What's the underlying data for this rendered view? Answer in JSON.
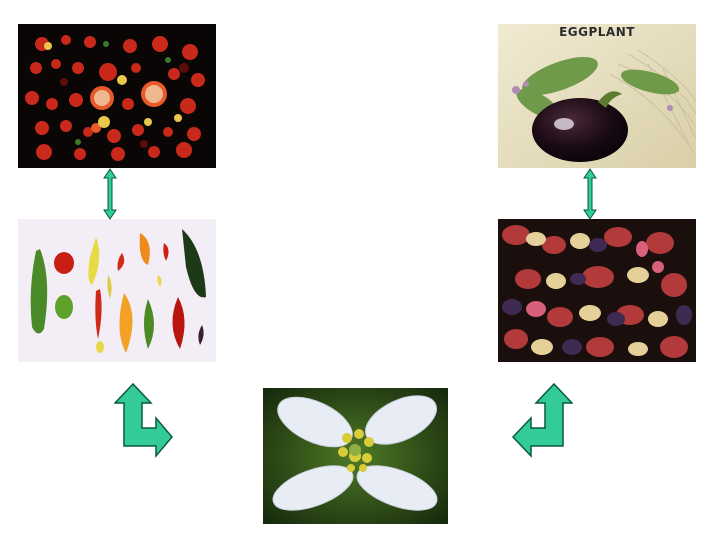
{
  "panels": {
    "tomatoes": {
      "caption": ""
    },
    "eggplant": {
      "label": "EGGPLANT"
    },
    "peppers": {
      "caption": ""
    },
    "potatoes": {
      "caption": ""
    },
    "flower": {
      "caption": ""
    }
  },
  "colors": {
    "connector_fill": "#33cc99",
    "connector_stroke": "#0a5a3c",
    "background": "#ffffff"
  },
  "icons": {
    "left_connector": "double-headed-vertical-arrow",
    "right_connector": "double-headed-vertical-arrow",
    "left_bend": "bent-up-arrow",
    "right_bend": "bent-up-arrow-mirrored"
  }
}
